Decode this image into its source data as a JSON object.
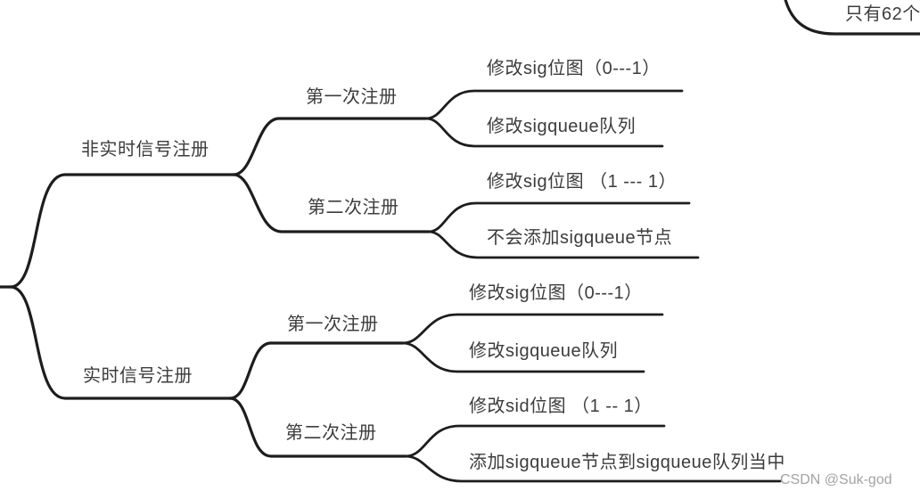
{
  "mindmap": {
    "clipped_topic": "只有62个",
    "branches": [
      {
        "label": "非实时信号注册",
        "children": [
          {
            "label": "第一次注册",
            "children": [
              "修改sig位图（0---1）",
              "修改sigqueue队列"
            ]
          },
          {
            "label": "第二次注册",
            "children": [
              "修改sig位图 （1 --- 1）",
              "不会添加sigqueue节点"
            ]
          }
        ]
      },
      {
        "label": "实时信号注册",
        "children": [
          {
            "label": "第一次注册",
            "children": [
              "修改sig位图（0---1）",
              "修改sigqueue队列"
            ]
          },
          {
            "label": "第二次注册",
            "children": [
              "修改sid位图 （1 -- 1）",
              "添加sigqueue节点到sigqueue队列当中"
            ]
          }
        ]
      }
    ]
  },
  "watermark": "CSDN @Suk-god",
  "colors": {
    "line": "#1d1d1d",
    "text": "#3c3c3c",
    "watermark": "#a3a3a3",
    "background": "#ffffff"
  }
}
